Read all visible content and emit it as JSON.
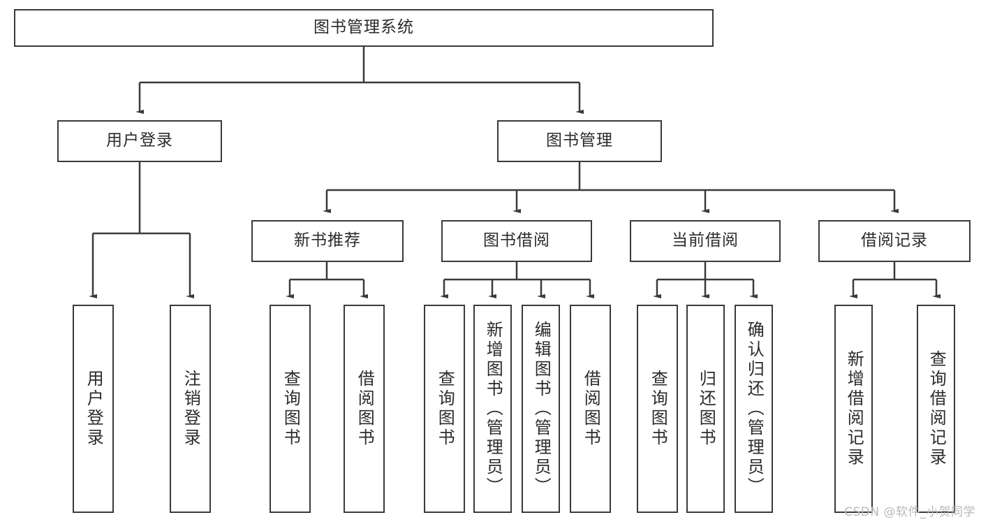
{
  "diagram": {
    "type": "tree",
    "title": "图书管理系统",
    "colors": {
      "background": "#ffffff",
      "node_border": "#3a3a3a",
      "node_fill": "#ffffff",
      "text": "#2b2b2b",
      "connector": "#3a3a3a",
      "watermark": "#b9b9b9"
    },
    "root": {
      "label": "图书管理系统"
    },
    "level2": [
      {
        "label": "用户登录"
      },
      {
        "label": "图书管理"
      }
    ],
    "level3": [
      {
        "label": "新书推荐"
      },
      {
        "label": "图书借阅"
      },
      {
        "label": "当前借阅"
      },
      {
        "label": "借阅记录"
      }
    ],
    "leaves": {
      "user_login": [
        {
          "label": "用户登录"
        },
        {
          "label": "注销登录"
        }
      ],
      "new_book": [
        {
          "label": "查询图书"
        },
        {
          "label": "借阅图书"
        }
      ],
      "book_borrow": [
        {
          "label": "查询图书"
        },
        {
          "label": "新增图书（管理员）"
        },
        {
          "label": "编辑图书（管理员）"
        },
        {
          "label": "借阅图书"
        }
      ],
      "current_borrow": [
        {
          "label": "查询图书"
        },
        {
          "label": "归还图书"
        },
        {
          "label": "确认归还（管理员）"
        }
      ],
      "borrow_record": [
        {
          "label": "新增借阅记录"
        },
        {
          "label": "查询借阅记录"
        }
      ]
    },
    "watermark": "CSDN @软件_小贺同学"
  }
}
